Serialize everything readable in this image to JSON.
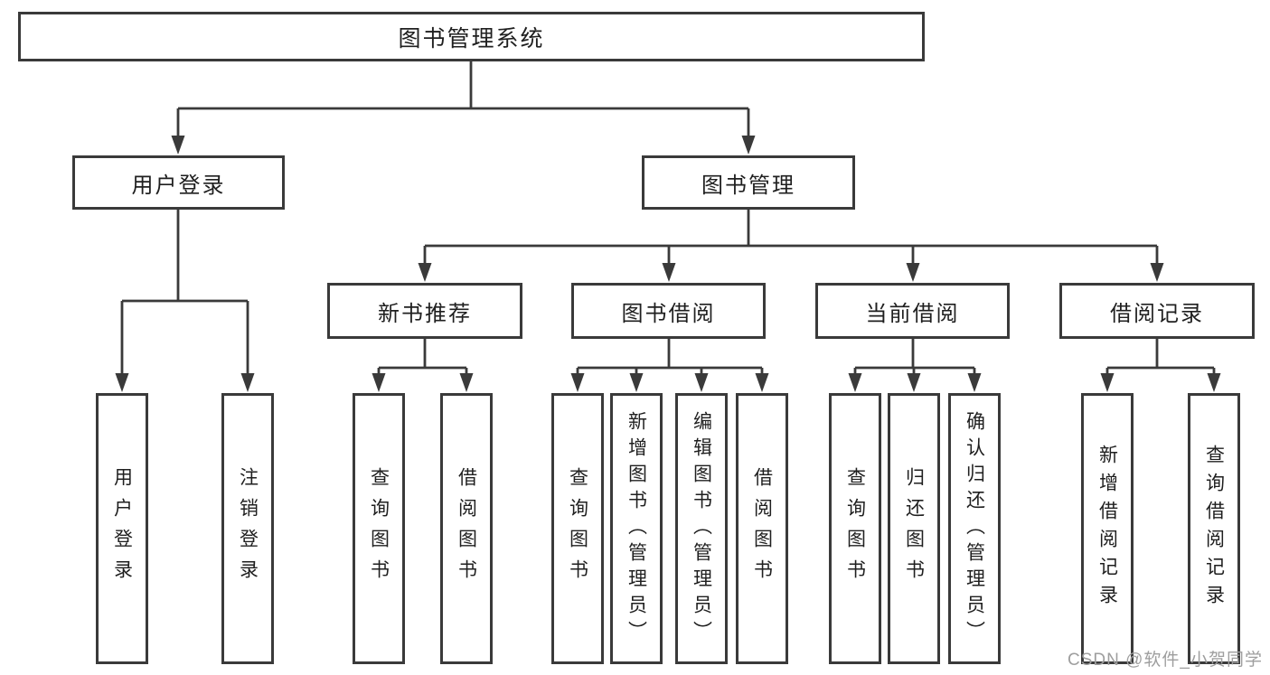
{
  "watermark": {
    "text": "CSDN @软件_小贺同学"
  },
  "colors": {
    "background": "#ffffff",
    "box_border": "#3a3a3a",
    "connector_line": "#3a3a3a",
    "text": "#1f1f1f",
    "watermark": "#9e9e9e"
  },
  "diagram": {
    "type": "hierarchy-tree",
    "root": {
      "label": "图书管理系统",
      "children": [
        {
          "label": "用户登录",
          "children": [
            {
              "label": "用户登录"
            },
            {
              "label": "注销登录"
            }
          ]
        },
        {
          "label": "图书管理",
          "children": [
            {
              "label": "新书推荐",
              "children": [
                {
                  "label": "查询图书"
                },
                {
                  "label": "借阅图书"
                }
              ]
            },
            {
              "label": "图书借阅",
              "children": [
                {
                  "label": "查询图书"
                },
                {
                  "label": "新增图书（管理员）"
                },
                {
                  "label": "编辑图书（管理员）"
                },
                {
                  "label": "借阅图书"
                }
              ]
            },
            {
              "label": "当前借阅",
              "children": [
                {
                  "label": "查询图书"
                },
                {
                  "label": "归还图书"
                },
                {
                  "label": "确认归还（管理员）"
                }
              ]
            },
            {
              "label": "借阅记录",
              "children": [
                {
                  "label": "新增借阅记录"
                },
                {
                  "label": "查询借阅记录"
                }
              ]
            }
          ]
        }
      ]
    }
  }
}
